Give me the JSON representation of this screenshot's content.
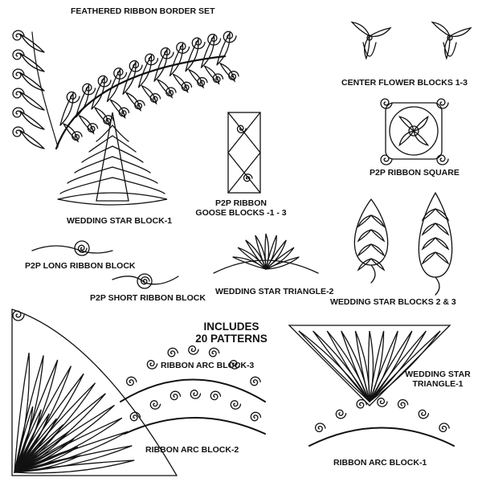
{
  "colors": {
    "line": "#111111",
    "background": "#ffffff"
  },
  "labels": {
    "feathered_ribbon": "FEATHERED RIBBON BORDER SET",
    "center_flower": "CENTER FLOWER BLOCKS 1-3",
    "ribbon_square": "P2P RIBBON SQUARE",
    "wedding_star_1": "WEDDING STAR BLOCK-1",
    "goose_line1": "P2P RIBBON",
    "goose_line2": "GOOSE BLOCKS -1 - 3",
    "long_ribbon": "P2P LONG RIBBON BLOCK",
    "short_ribbon": "P2P SHORT RIBBON BLOCK",
    "triangle_2": "WEDDING STAR TRIANGLE-2",
    "blocks_2_3": "WEDDING STAR BLOCKS 2 & 3",
    "includes_line1": "INCLUDES",
    "includes_line2": "20 PATTERNS",
    "arc_3": "RIBBON ARC BLOCK-3",
    "triangle_1_line1": "WEDDING STAR",
    "triangle_1_line2": "TRIANGLE-1",
    "arc_2": "RIBBON ARC BLOCK-2",
    "arc_1": "RIBBON ARC BLOCK-1"
  }
}
